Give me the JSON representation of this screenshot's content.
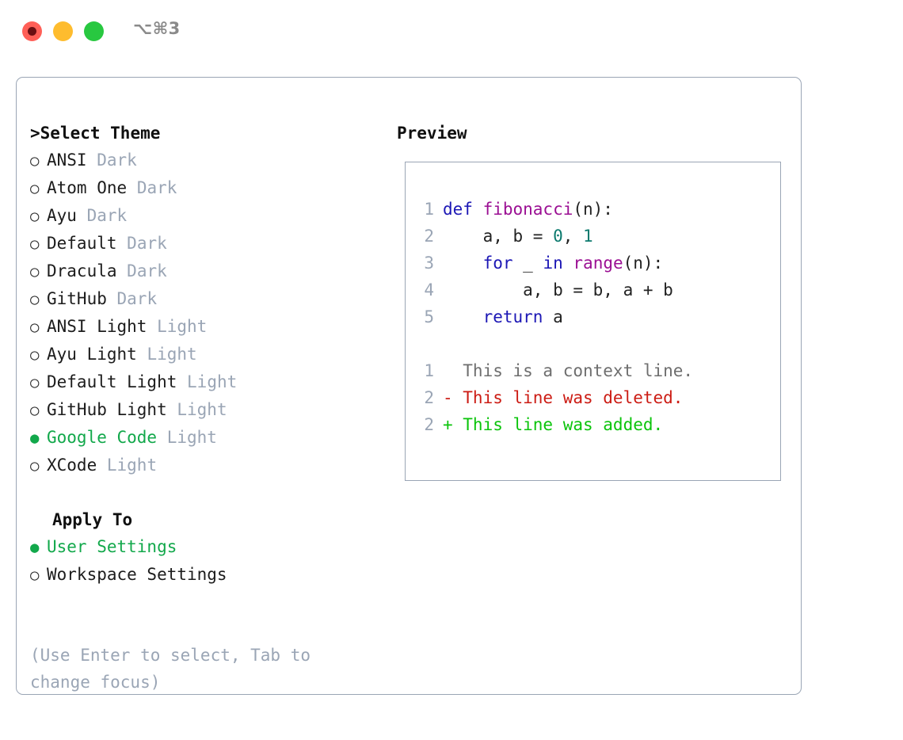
{
  "window": {
    "title": "⌥⌘3",
    "traffic_lights": [
      {
        "name": "close",
        "color": "#ff5f57"
      },
      {
        "name": "minimize",
        "color": "#febc2e"
      },
      {
        "name": "maximize",
        "color": "#28c840"
      }
    ]
  },
  "theme_picker": {
    "caret": ">",
    "heading": "Select Theme",
    "bullet_unselected": "○",
    "bullet_selected": "●",
    "options": [
      {
        "label": "ANSI",
        "meta": "Dark",
        "selected": false
      },
      {
        "label": "Atom One",
        "meta": "Dark",
        "selected": false
      },
      {
        "label": "Ayu",
        "meta": "Dark",
        "selected": false
      },
      {
        "label": "Default",
        "meta": "Dark",
        "selected": false
      },
      {
        "label": "Dracula",
        "meta": "Dark",
        "selected": false
      },
      {
        "label": "GitHub",
        "meta": "Dark",
        "selected": false
      },
      {
        "label": "ANSI Light",
        "meta": "Light",
        "selected": false
      },
      {
        "label": "Ayu Light",
        "meta": "Light",
        "selected": false
      },
      {
        "label": "Default Light",
        "meta": "Light",
        "selected": false
      },
      {
        "label": "GitHub Light",
        "meta": "Light",
        "selected": false
      },
      {
        "label": "Google Code",
        "meta": "Light",
        "selected": true
      },
      {
        "label": "XCode",
        "meta": "Light",
        "selected": false
      }
    ]
  },
  "apply_to": {
    "heading": "Apply To",
    "options": [
      {
        "label": "User Settings",
        "selected": true
      },
      {
        "label": "Workspace Settings",
        "selected": false
      }
    ]
  },
  "hint": "(Use Enter to select, Tab to change focus)",
  "preview": {
    "title": "Preview",
    "code_lines": [
      {
        "n": "1",
        "tokens": [
          {
            "t": "def ",
            "c": "kw"
          },
          {
            "t": "fibonacci",
            "c": "fn"
          },
          {
            "t": "(n):",
            "c": "pl"
          }
        ]
      },
      {
        "n": "2",
        "tokens": [
          {
            "t": "    a, b = ",
            "c": "pl"
          },
          {
            "t": "0",
            "c": "num"
          },
          {
            "t": ", ",
            "c": "pl"
          },
          {
            "t": "1",
            "c": "num"
          }
        ]
      },
      {
        "n": "3",
        "tokens": [
          {
            "t": "    ",
            "c": "pl"
          },
          {
            "t": "for",
            "c": "kw"
          },
          {
            "t": " _ ",
            "c": "pl"
          },
          {
            "t": "in",
            "c": "kw"
          },
          {
            "t": " ",
            "c": "pl"
          },
          {
            "t": "range",
            "c": "fn"
          },
          {
            "t": "(n):",
            "c": "pl"
          }
        ]
      },
      {
        "n": "4",
        "tokens": [
          {
            "t": "        a, b = b, a + b",
            "c": "pl"
          }
        ]
      },
      {
        "n": "5",
        "tokens": [
          {
            "t": "    ",
            "c": "pl"
          },
          {
            "t": "return",
            "c": "kw"
          },
          {
            "t": " a",
            "c": "pl"
          }
        ]
      }
    ],
    "diff_lines": [
      {
        "n": "1",
        "marker": "  ",
        "text": "This is a context line.",
        "kind": "ctx"
      },
      {
        "n": "2",
        "marker": "- ",
        "text": "This line was deleted.",
        "kind": "del"
      },
      {
        "n": "2",
        "marker": "+ ",
        "text": "This line was added.",
        "kind": "add"
      }
    ]
  },
  "colors": {
    "accent_green": "#12a84b",
    "muted": "#9aa5b5",
    "keyword": "#1c17b5",
    "function": "#9b0f93",
    "number": "#0c7a6e",
    "diff_add": "#0bc40b",
    "diff_del": "#cc1c14",
    "border": "#9aa5b5"
  }
}
